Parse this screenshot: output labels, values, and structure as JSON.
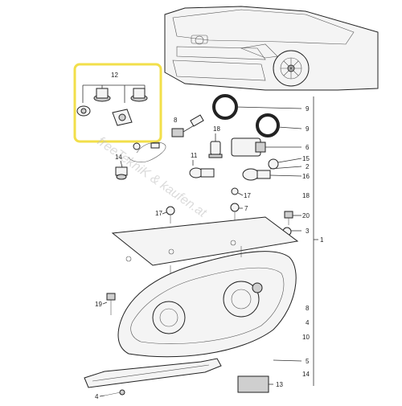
{
  "watermark": "freeTekniK & kaufen.at",
  "highlight_color": "#f2df4a",
  "callouts": {
    "c12": "12",
    "c8": "8",
    "c14": "14",
    "c18": "18",
    "c11": "11",
    "c17a": "17",
    "c17b": "17",
    "c7": "7",
    "c19": "19",
    "c4b": "4",
    "r9a": "9",
    "r9b": "9",
    "r6": "6",
    "r15": "15",
    "r2": "2",
    "r16": "16",
    "r18": "18",
    "r20": "20",
    "r3": "3",
    "r1": "1",
    "r8": "8",
    "r4": "4",
    "r10": "10",
    "r5": "5",
    "r14": "14",
    "r13": "13"
  }
}
